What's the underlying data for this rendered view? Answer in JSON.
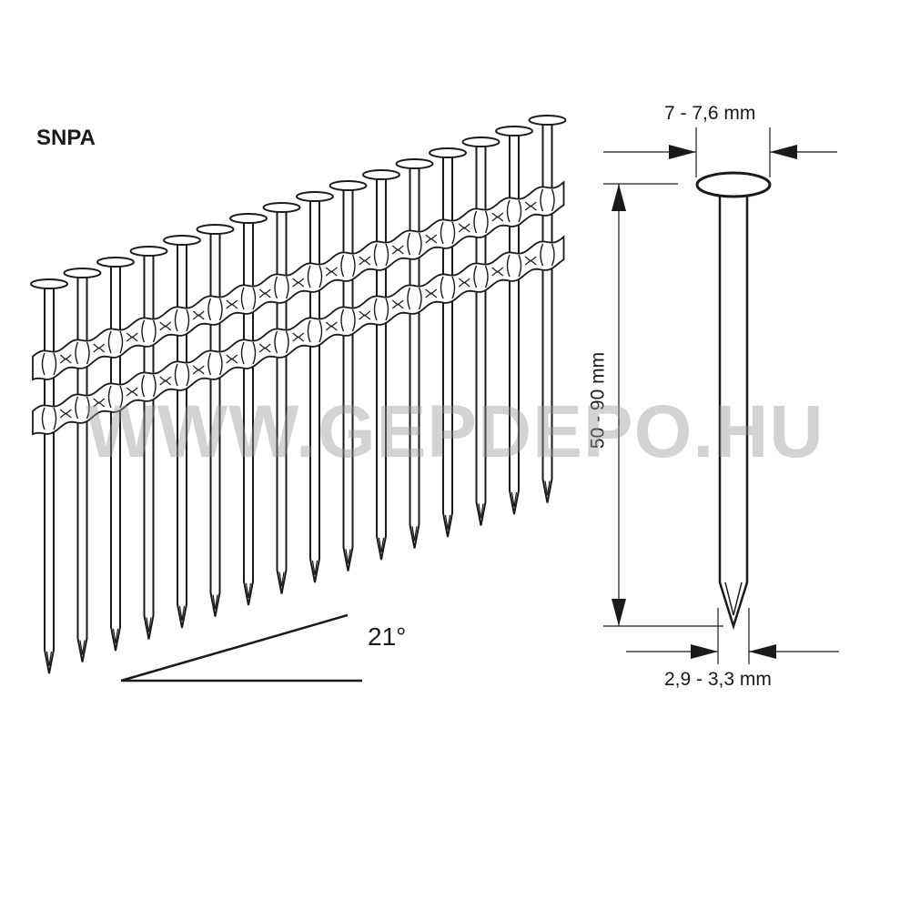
{
  "title": "SNPA",
  "watermark": "WWW.GEPDEPO.HU",
  "strip": {
    "nail_count": 16,
    "angle_label": "21°"
  },
  "nail_detail": {
    "head_diameter_label": "7 - 7,6 mm",
    "length_label": "50 - 90 mm",
    "shank_diameter_label": "2,9 - 3,3 mm"
  },
  "colors": {
    "line": "#1a1a1a",
    "fill": "#ffffff",
    "watermark": "#969696"
  }
}
